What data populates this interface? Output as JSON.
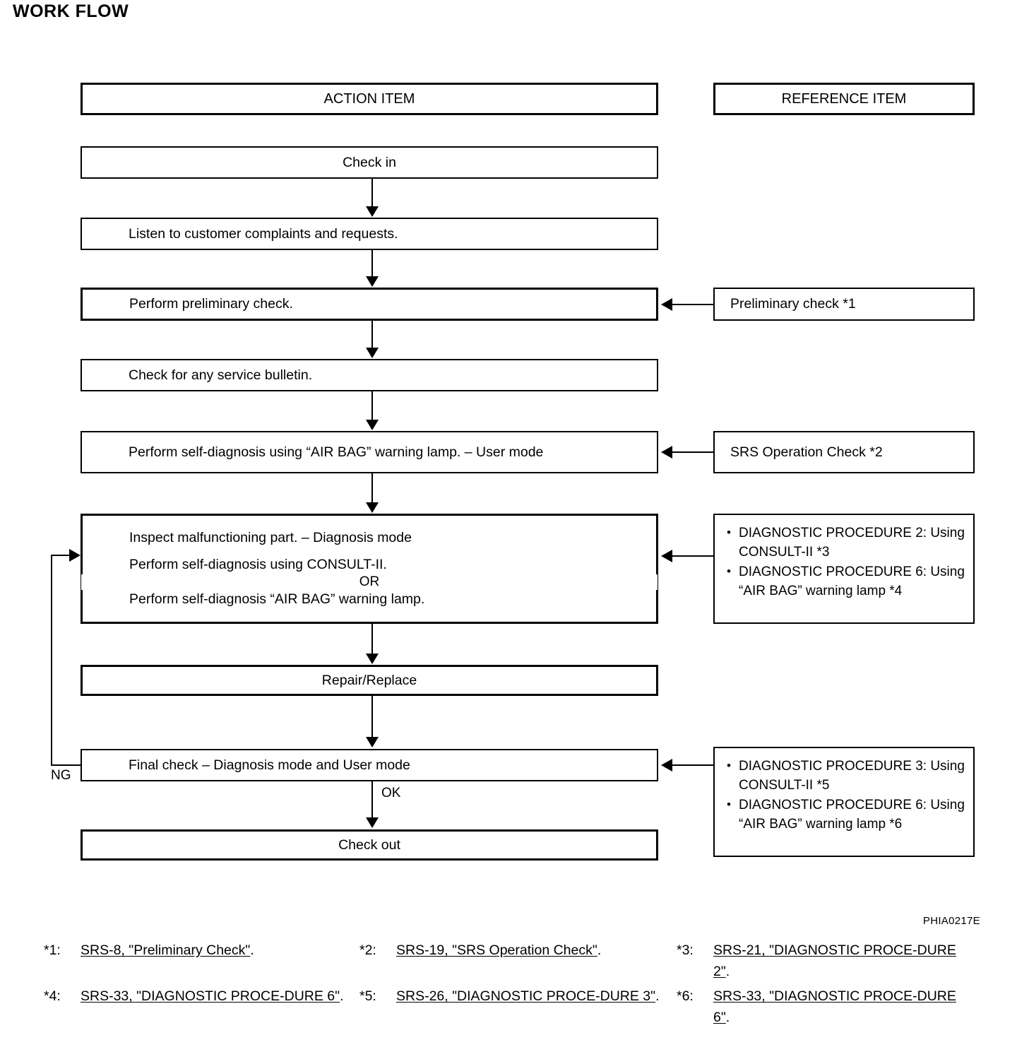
{
  "page_title": "WORK FLOW",
  "figure_code": "PHIA0217E",
  "headers": {
    "action": "ACTION ITEM",
    "reference": "REFERENCE ITEM"
  },
  "action_steps": [
    {
      "id": "check-in",
      "label": "Check in"
    },
    {
      "id": "listen",
      "label": "Listen to customer complaints and requests."
    },
    {
      "id": "preliminary",
      "label": "Perform preliminary check."
    },
    {
      "id": "bulletin",
      "label": "Check for any service bulletin."
    },
    {
      "id": "self-diag-user",
      "label": "Perform self-diagnosis using “AIR BAG” warning lamp. – User mode"
    },
    {
      "id": "repair",
      "label": "Repair/Replace"
    },
    {
      "id": "final-check",
      "label": "Final check – Diagnosis mode and User mode"
    },
    {
      "id": "check-out",
      "label": "Check out"
    }
  ],
  "inspect_box": {
    "line1": "Inspect malfunctioning part. – Diagnosis mode",
    "line2": "Perform self-diagnosis using CONSULT-II.",
    "divider": "OR",
    "line3": "Perform self-diagnosis “AIR BAG” warning lamp."
  },
  "reference_items": [
    {
      "id": "ref-preliminary",
      "label": "Preliminary check *1"
    },
    {
      "id": "ref-srs-operation",
      "label": "SRS Operation Check *2"
    }
  ],
  "reference_bullet_boxes": [
    {
      "id": "ref-diag-2-6",
      "bullets": [
        "DIAGNOSTIC PROCEDURE 2: Using CONSULT-II *3",
        "DIAGNOSTIC PROCEDURE 6: Using “AIR BAG” warning lamp *4"
      ]
    },
    {
      "id": "ref-diag-3-6",
      "bullets": [
        "DIAGNOSTIC PROCEDURE 3: Using CONSULT-II *5",
        "DIAGNOSTIC PROCEDURE 6: Using “AIR BAG” warning lamp *6"
      ]
    }
  ],
  "edge_labels": {
    "ng": "NG",
    "ok": "OK"
  },
  "footnotes": [
    {
      "mark": "*1:",
      "link": "SRS-8, \"Preliminary Check\"",
      "tail": "."
    },
    {
      "mark": "*2:",
      "link": "SRS-19, \"SRS Operation Check\"",
      "tail": "."
    },
    {
      "mark": "*3:",
      "link": "SRS-21, \"DIAGNOSTIC PROCE-DURE 2\"",
      "tail": "."
    },
    {
      "mark": "*4:",
      "link": "SRS-33, \"DIAGNOSTIC PROCE-DURE 6\"",
      "tail": "."
    },
    {
      "mark": "*5:",
      "link": "SRS-26, \"DIAGNOSTIC PROCE-DURE 3\"",
      "tail": "."
    },
    {
      "mark": "*6:",
      "link": "SRS-33, \"DIAGNOSTIC PROCE-DURE 6\"",
      "tail": "."
    }
  ]
}
